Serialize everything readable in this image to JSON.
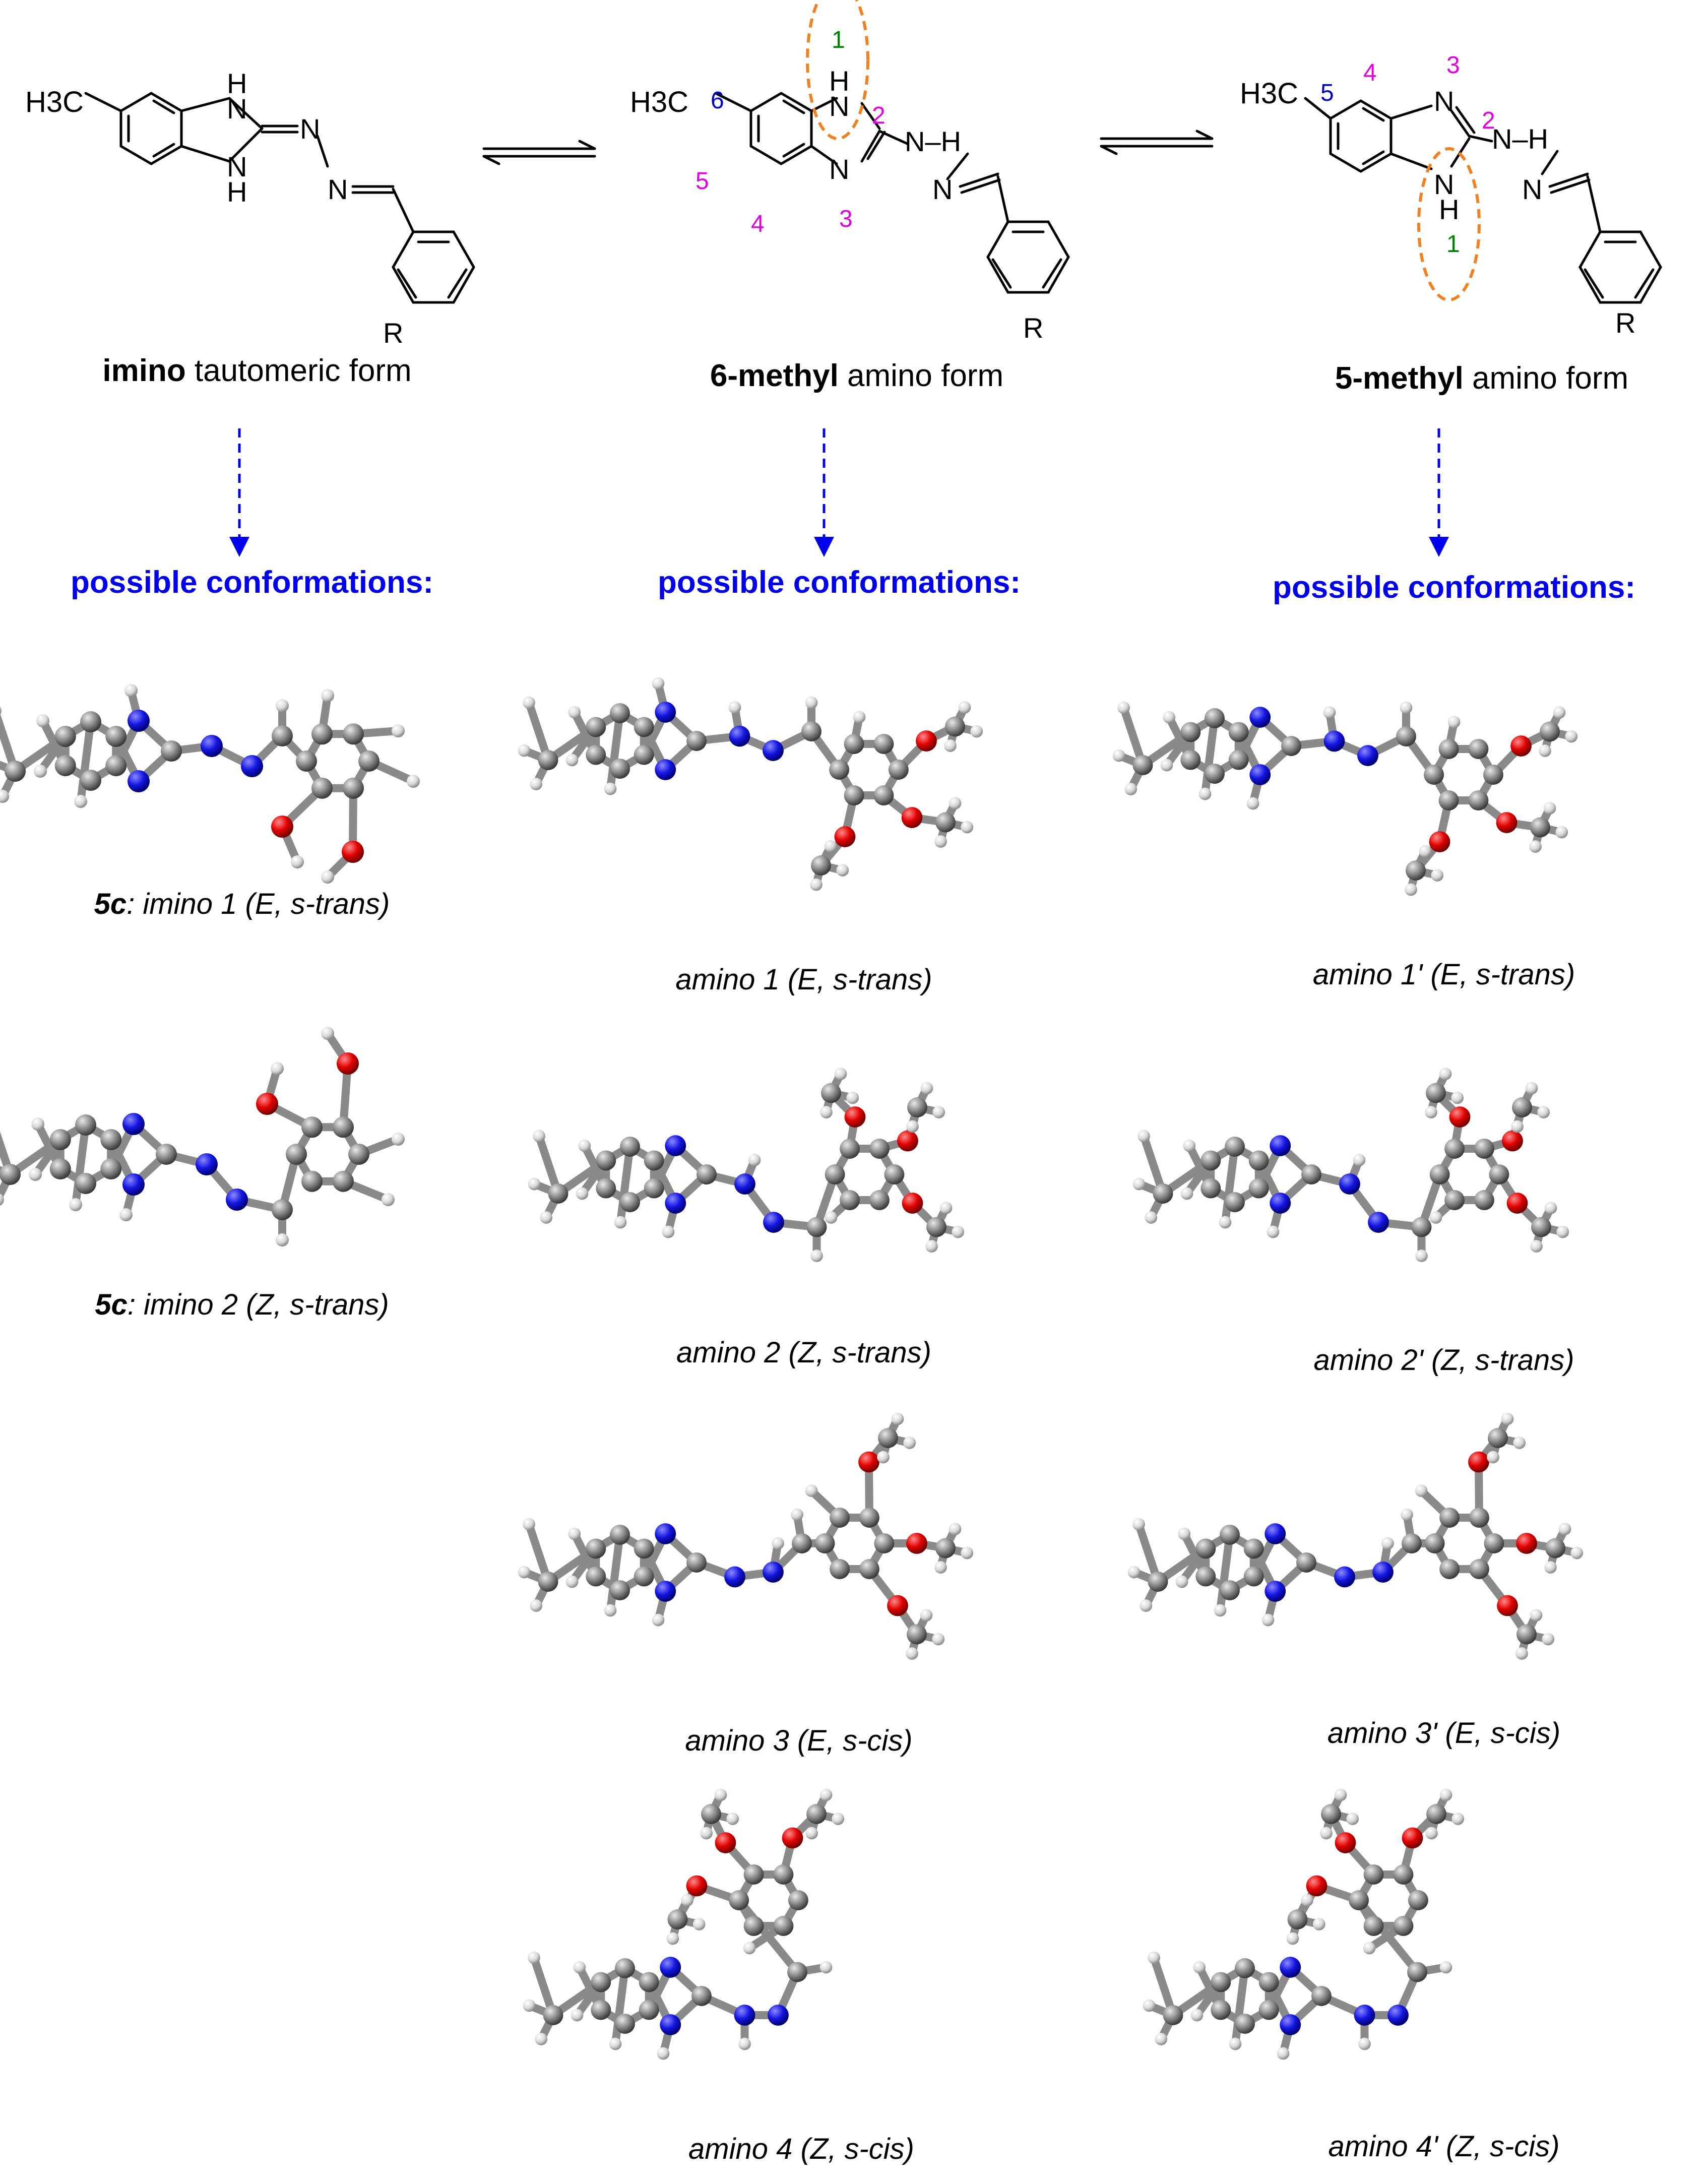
{
  "colors": {
    "carbon": "#8a8a8a",
    "nitrogen": "#1515e0",
    "oxygen": "#e00000",
    "hydrogen": "#d8d8d8",
    "number_magenta": "#e000e0",
    "number_blue": "#0000cc",
    "number_green": "#008000",
    "arrow_blue": "#0000ee",
    "oval_orange": "#f08020"
  },
  "structures": {
    "methyl_group": "H3C",
    "atom_N": "N",
    "atom_NH": "NH",
    "atom_H": "H",
    "atom_R": "R",
    "hydrazone_NH": "N–H",
    "six_methyl_positions": [
      "6",
      "5",
      "4",
      "1",
      "2",
      "3"
    ],
    "five_methyl_positions": [
      "5",
      "4",
      "3",
      "2",
      "1"
    ]
  },
  "tautomers": [
    {
      "bold": "imino",
      "rest": " tautomeric form"
    },
    {
      "bold": "6-methyl",
      "rest": " amino form"
    },
    {
      "bold": "5-methyl",
      "rest": " amino form"
    }
  ],
  "possible_label": "possible conformations:",
  "captions": {
    "imino1": {
      "bold": "5c",
      "rest": ": imino 1 (E, s-trans)"
    },
    "imino2": {
      "bold": "5c",
      "rest": ": imino 2 (Z, s-trans)"
    },
    "amino1": "amino 1 (E, s-trans)",
    "amino2": "amino 2 (Z, s-trans)",
    "amino3": "amino 3 (E, s-cis)",
    "amino4": "amino 4 (Z, s-cis)",
    "amino1p": "amino 1' (E, s-trans)",
    "amino2p": "amino 2' (Z, s-trans)",
    "amino3p": "amino 3' (E, s-cis)",
    "amino4p": "amino 4' (Z, s-cis)"
  }
}
